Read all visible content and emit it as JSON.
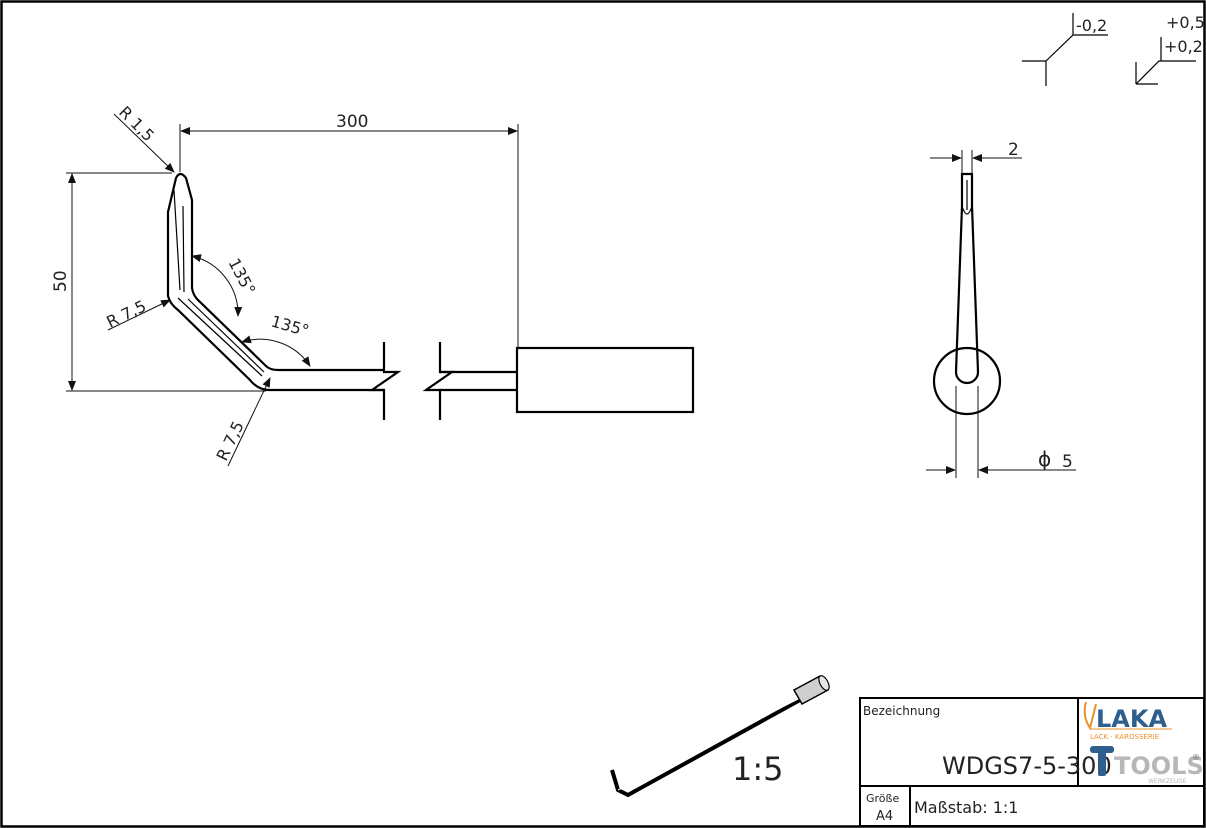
{
  "tolerances": {
    "surface_symbol_value": "-0,2",
    "arrow_upper": "+0,5",
    "arrow_lower": "+0,2"
  },
  "front_view": {
    "dim_length": "300",
    "dim_height": "50",
    "radius_tip": "R 1,5",
    "radius_inner": "R 7,5",
    "radius_outer": "R 7,5",
    "angle_upper": "135°",
    "angle_lower": "135°"
  },
  "side_view": {
    "dim_thickness": "2",
    "dim_diameter_symbol": "ϕ",
    "dim_diameter": "5"
  },
  "isometric": {
    "scale_label": "1:5"
  },
  "title_block": {
    "bezeichnung_label": "Bezeichnung",
    "part_number": "WDGS7-5-300",
    "size_label": "Größe",
    "size_value": "A4",
    "scale": "Maßstab: 1:1",
    "logo": {
      "top_text": "LAKA",
      "subtitle": "LACK · KAROSSERIE",
      "bottom_text": "TOOLS",
      "bottom_subtitle": "WERKZEUGE",
      "registered": "®",
      "colors": {
        "orange": "#e8922e",
        "blue": "#2f5f8f",
        "gray": "#b7b7b7"
      }
    }
  }
}
